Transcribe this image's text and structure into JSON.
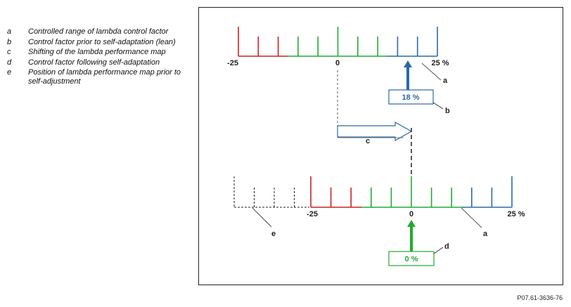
{
  "legend": [
    {
      "key": "a",
      "text": "Controlled range of lambda control factor"
    },
    {
      "key": "b",
      "text": "Control factor prior to self-adaptation (lean)"
    },
    {
      "key": "c",
      "text": "Shifting of the lambda performance map"
    },
    {
      "key": "d",
      "text": "Control factor following self-adaptation"
    },
    {
      "key": "e",
      "text": "Position of lambda performance map prior to self-adjustment"
    }
  ],
  "top_scale": {
    "min_label": "-25",
    "zero_label": "0",
    "max_label": "25 %",
    "indicator_value": "18 %"
  },
  "bottom_scale": {
    "min_label": "-25",
    "zero_label": "0",
    "max_label": "25 %",
    "indicator_value": "0 %"
  },
  "callouts": {
    "a_top": "a",
    "b": "b",
    "c": "c",
    "a_bottom": "a",
    "d": "d",
    "e": "e"
  },
  "reference": "P07.61-3636-76",
  "colors": {
    "red": "#cc2222",
    "green": "#22aa33",
    "blue": "#2a6aa8",
    "dark": "#222222"
  }
}
